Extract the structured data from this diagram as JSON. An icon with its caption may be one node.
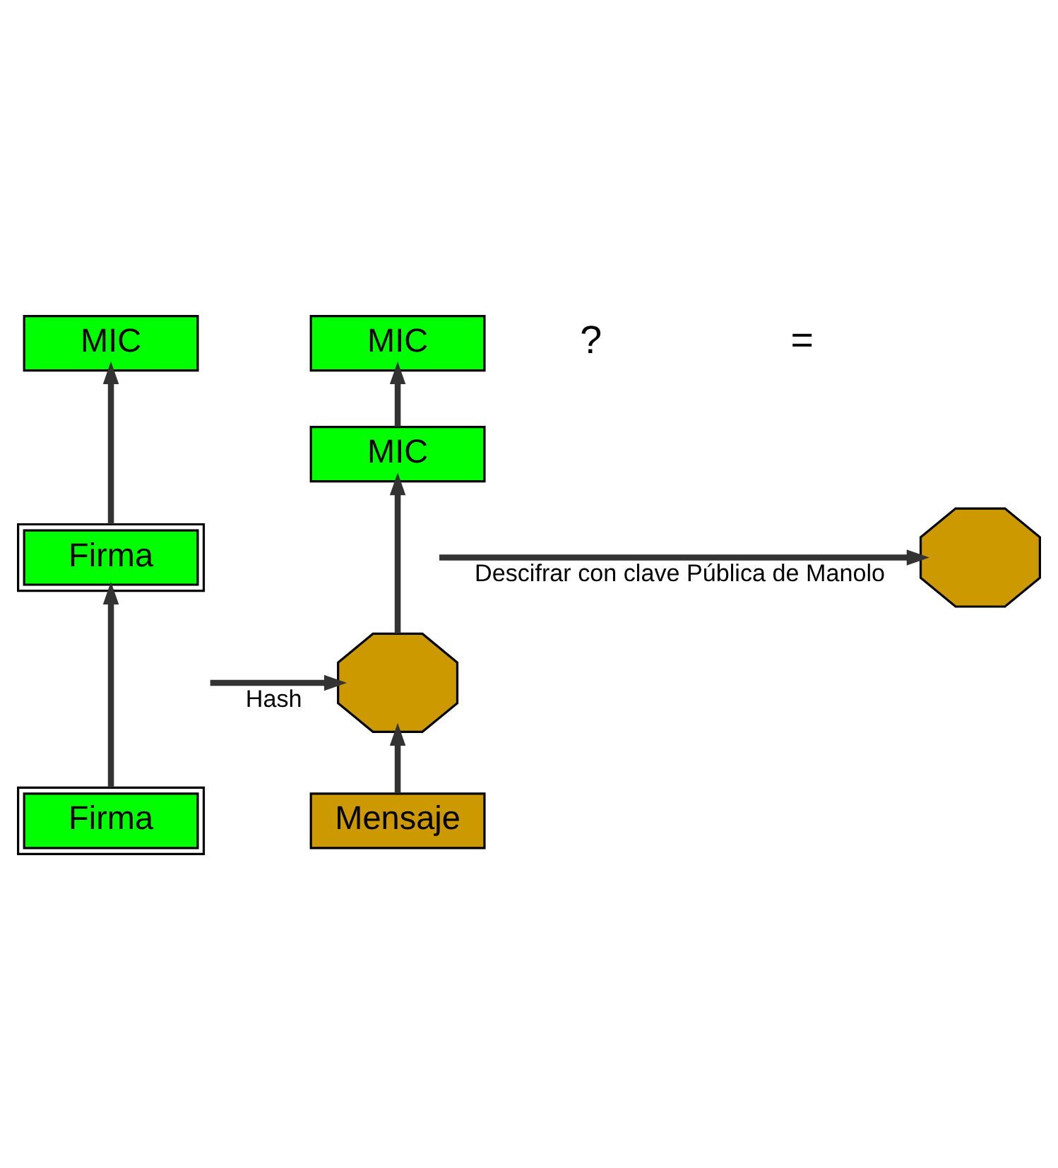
{
  "diagram": {
    "nodes": [
      {
        "text": [
          "MIC"
        ]
      },
      {
        "text": [
          "MIC"
        ]
      },
      {
        "text": [
          "Firma"
        ]
      },
      {
        "text": [],
        "shape": "cross"
      },
      {
        "text": [
          "MIC"
        ]
      },
      {
        "text": [],
        "shape": "cross"
      },
      {
        "text": [
          "Firma"
        ]
      },
      {
        "text": [
          "Mensaje"
        ]
      }
    ],
    "edges": [
      {
        "from": 6,
        "to": 2,
        "arrow": "to"
      },
      {
        "from": 2,
        "to": 0,
        "arrow": "to"
      },
      {
        "from": 7,
        "to": 5,
        "arrow": "to"
      },
      {
        "from": null,
        "to": 5,
        "arrow": "to",
        "label": "Hash"
      },
      {
        "from": 5,
        "to": 4,
        "arrow": "to"
      },
      {
        "from": 4,
        "to": 1,
        "arrow": "to"
      },
      {
        "from": null,
        "to": 3,
        "arrow": "to",
        "label": "Descifrar con clave Pública de Manolo"
      }
    ],
    "labels": [
      "?",
      "="
    ]
  }
}
